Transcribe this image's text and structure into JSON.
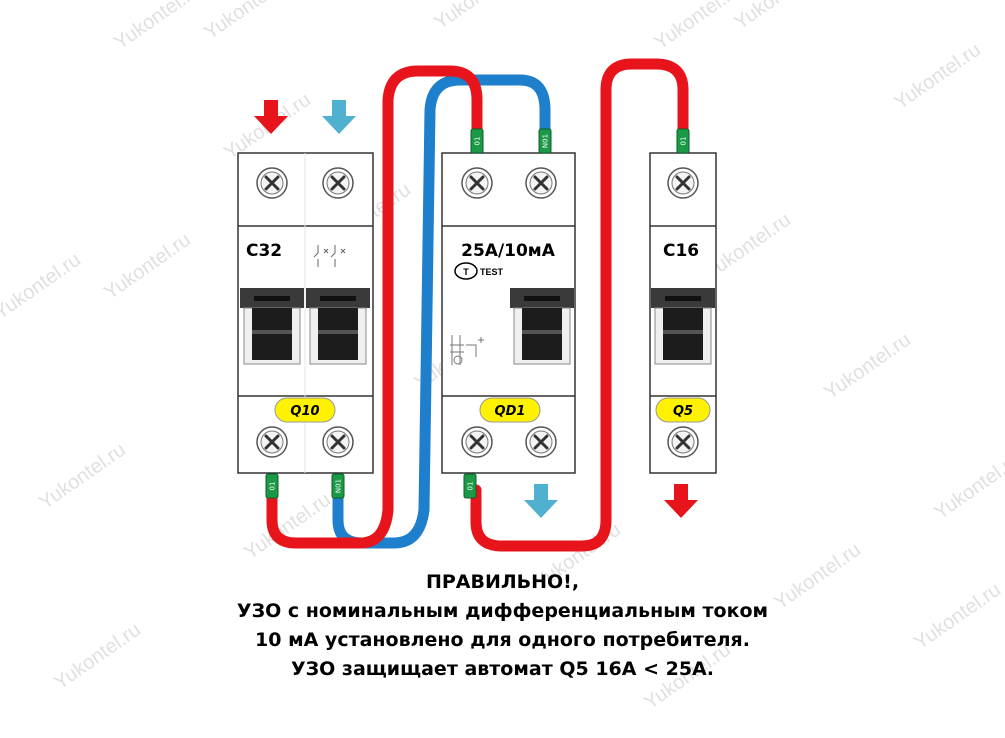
{
  "watermark": "Yukontel.ru",
  "devices": {
    "q10": {
      "rating": "C32",
      "tag": "Q10"
    },
    "qd1": {
      "rating": "25A/10мА",
      "tag": "QD1",
      "test_symbol": "T",
      "test_label": "TEST"
    },
    "q5": {
      "rating": "C16",
      "tag": "Q5"
    }
  },
  "markers": {
    "line": "01",
    "neutral": "N01"
  },
  "colors": {
    "phase_wire": "#e8141c",
    "neutral_wire": "#1e7fcc",
    "phase_arrow": "#e8141c",
    "neutral_arrow": "#4fb1cf",
    "tag_fill": "#fff200",
    "marker_fill": "#1a9a46"
  },
  "caption": {
    "line1": "ПРАВИЛЬНО!,",
    "line2": "УЗО с номинальным дифференциальным током",
    "line3": "10 мА установлено для одного потребителя.",
    "line4": "УЗО защищает автомат Q5 16А < 25А."
  }
}
